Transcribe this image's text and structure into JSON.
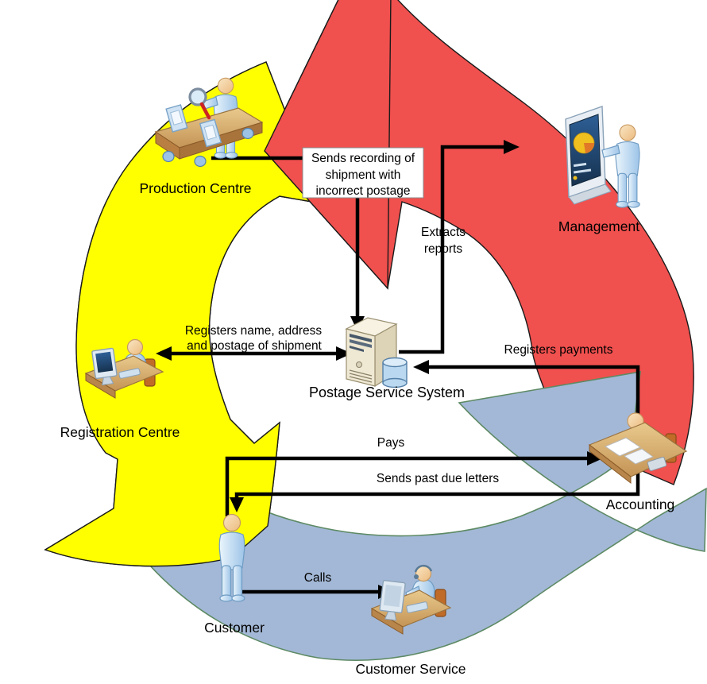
{
  "diagram": {
    "type": "process-cycle",
    "actors": {
      "production_centre": {
        "label": "Production Centre"
      },
      "management": {
        "label": "Management"
      },
      "registration_centre": {
        "label": "Registration Centre"
      },
      "accounting": {
        "label": "Accounting"
      },
      "customer": {
        "label": "Customer"
      },
      "customer_service": {
        "label": "Customer Service"
      }
    },
    "system": {
      "label": "Postage Service System"
    },
    "flows": {
      "sends_recording": {
        "lines": [
          "Sends recording of",
          "shipment with",
          "incorrect postage"
        ]
      },
      "extracts_reports": {
        "lines": [
          "Extracts",
          "reports"
        ]
      },
      "registers_name": {
        "lines": [
          "Registers name, address",
          "and postage of shipment"
        ]
      },
      "registers_payments": {
        "label": "Registers payments"
      },
      "pays": {
        "label": "Pays"
      },
      "sends_past_due": {
        "label": "Sends past due letters"
      },
      "calls": {
        "label": "Calls"
      }
    },
    "icons": {
      "production_centre": "conveyor-inspection-icon",
      "management": "dashboard-pie-icon",
      "registration_centre": "desk-computer-icon",
      "accounting": "drafting-desk-icon",
      "customer": "standing-person-icon",
      "customer_service": "headset-agent-icon",
      "system": "server-database-icon"
    },
    "colors": {
      "cycle_yellow": "#ffff00",
      "cycle_red": "#f0504e",
      "cycle_blue": "#a3b8d6",
      "cycle_blue_outline": "#5d8a64",
      "flow_line": "#000000",
      "label_box_bg": "#ffffff",
      "label_box_border": "#8a8a8a",
      "text": "#000000"
    }
  }
}
